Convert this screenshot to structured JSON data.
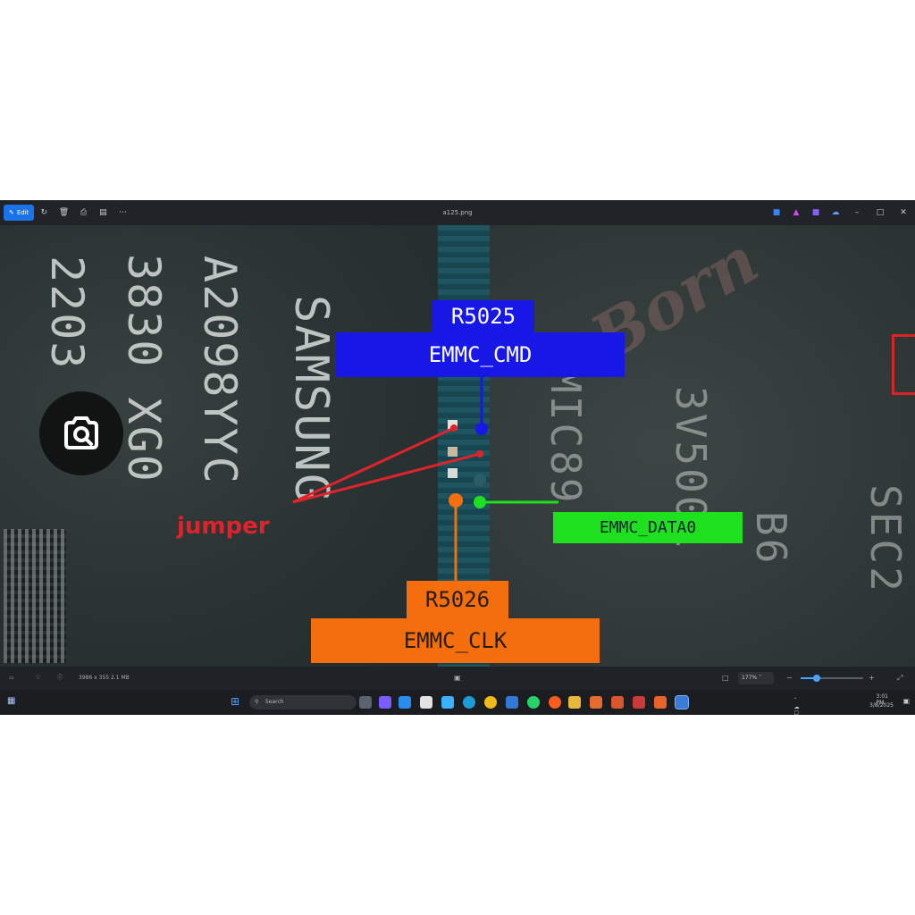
{
  "window": {
    "title": "a125.png",
    "edit_label": "Edit",
    "toolbar_icons": [
      "rotate-icon",
      "delete-icon",
      "print-icon",
      "edit-image-icon",
      "more-icon"
    ]
  },
  "photo": {
    "chip_left_lines": [
      "SAMSUNG",
      "A2098YYC",
      "3830 XG0",
      "2203"
    ],
    "chip_right_lines": [
      "SEC2",
      "B6",
      "MIC89",
      "3V5001"
    ],
    "labels": {
      "cmd_ref": "R5025",
      "cmd_signal": "EMMC_CMD",
      "data_signal": "EMMC_DATA0",
      "clk_ref": "R5026",
      "clk_signal": "EMMC_CLK",
      "jumper": "jumper"
    },
    "colors": {
      "cmd": "#1717e6",
      "data": "#1fe01f",
      "clk": "#f46e0e",
      "jumper": "#e0232b"
    }
  },
  "statusbar": {
    "info": "3986 x 355   2.1 MB",
    "zoom": "177%"
  },
  "zoom_level": 0.25,
  "taskbar": {
    "search_placeholder": "Search",
    "time": "3:01 PM",
    "date": "3/8/2025"
  }
}
